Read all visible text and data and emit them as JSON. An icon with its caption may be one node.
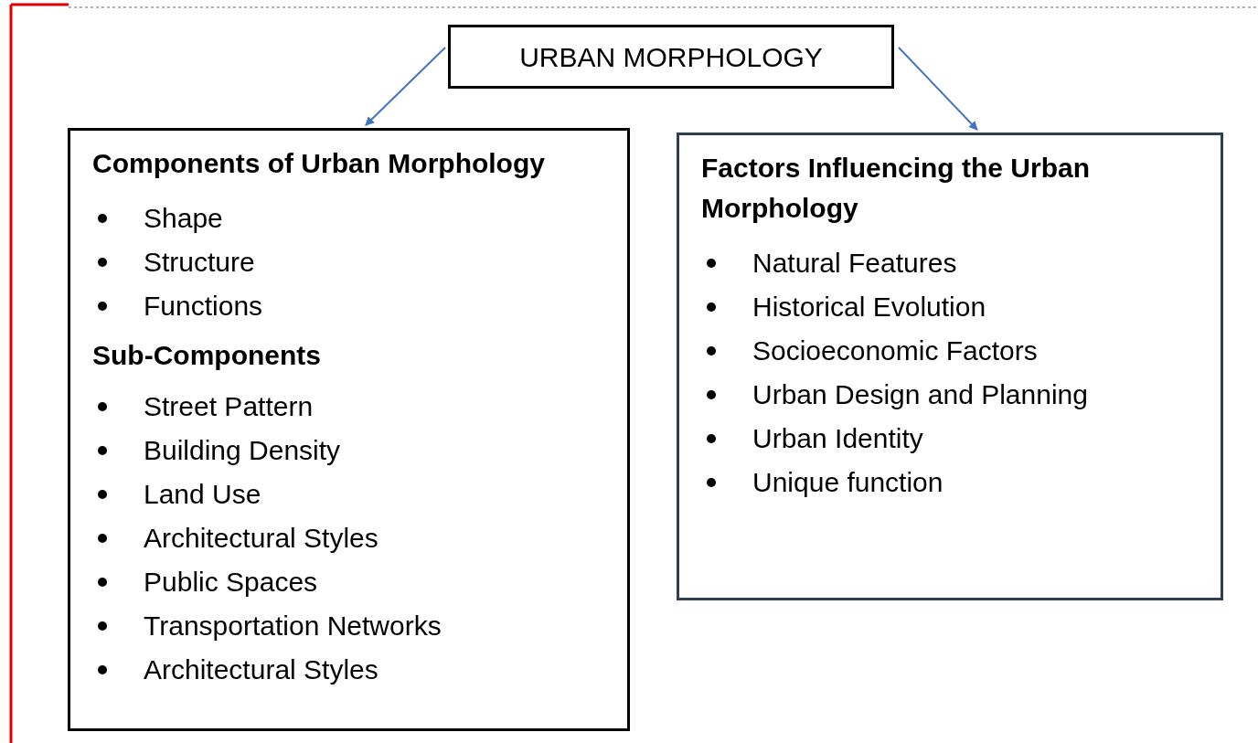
{
  "diagram": {
    "nodes": [
      {
        "text": [
          "URBAN MORPHOLOGY"
        ]
      },
      {
        "text": [
          "Components of Urban Morphology",
          "Shape",
          "Structure",
          "Functions",
          "Sub-Components",
          "Street Pattern",
          "Building Density",
          "Land Use",
          "Architectural Styles",
          "Public Spaces",
          "Transportation Networks",
          "Architectural Styles"
        ]
      },
      {
        "text": [
          "Factors Influencing the Urban Morphology",
          "Natural Features",
          "Historical Evolution",
          "Socioeconomic Factors",
          "Urban Design and Planning",
          "Urban Identity",
          "Unique function"
        ]
      }
    ],
    "edges": [
      {
        "from": 0,
        "to": 1,
        "arrow": "to"
      },
      {
        "from": 0,
        "to": 2,
        "arrow": "to"
      }
    ]
  }
}
